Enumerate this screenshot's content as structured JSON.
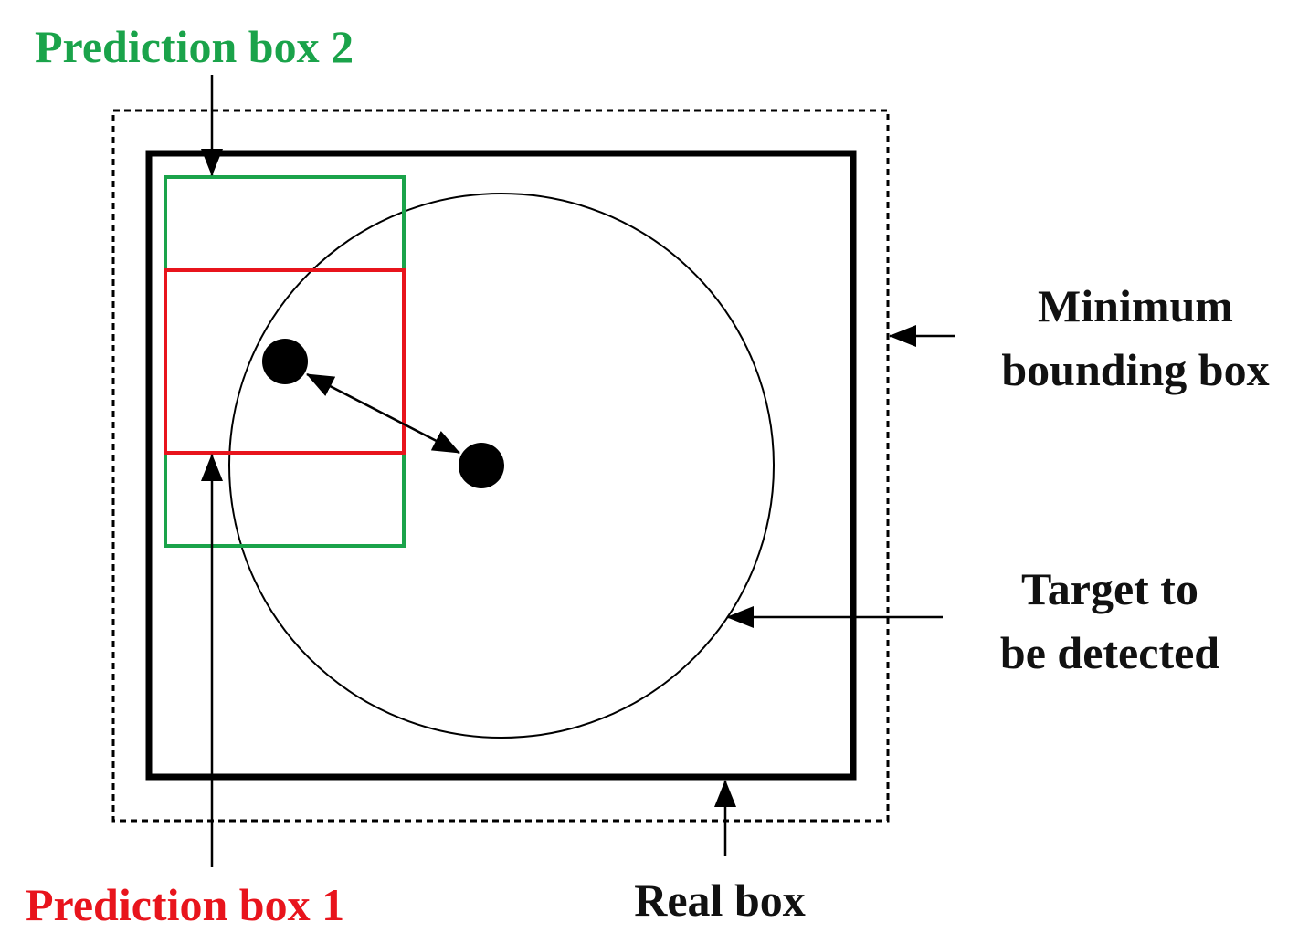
{
  "labels": {
    "prediction_box_2": "Prediction box 2",
    "prediction_box_1": "Prediction box 1",
    "minimum_bounding_box_line1": "Minimum",
    "minimum_bounding_box_line2": "bounding box",
    "target_line1": "Target to",
    "target_line2": "be detected",
    "real_box": "Real box"
  },
  "colors": {
    "prediction_box_2": "#1aa34a",
    "prediction_box_1": "#e8141c",
    "real_box": "#000000",
    "minimum_bounding_box": "#000000",
    "target": "#000000"
  }
}
